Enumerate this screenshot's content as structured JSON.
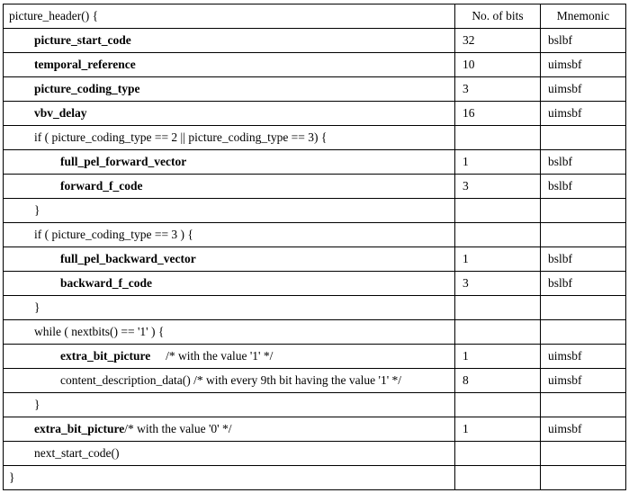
{
  "table": {
    "header": {
      "syntax": "picture_header() {",
      "bits": "No. of bits",
      "mnemonic": "Mnemonic"
    },
    "rows": [
      {
        "indent": 1,
        "bold": "picture_start_code",
        "comment": "",
        "bits": "32",
        "mnemonic": "bslbf"
      },
      {
        "indent": 1,
        "bold": "temporal_reference",
        "comment": "",
        "bits": "10",
        "mnemonic": "uimsbf"
      },
      {
        "indent": 1,
        "bold": "picture_coding_type",
        "comment": "",
        "bits": "3",
        "mnemonic": "uimsbf"
      },
      {
        "indent": 1,
        "bold": "vbv_delay",
        "comment": "",
        "bits": "16",
        "mnemonic": "uimsbf"
      },
      {
        "indent": 1,
        "bold": "",
        "comment": "if ( picture_coding_type == 2 || picture_coding_type == 3) {",
        "bits": "",
        "mnemonic": ""
      },
      {
        "indent": 2,
        "bold": "full_pel_forward_vector",
        "comment": "",
        "bits": "1",
        "mnemonic": "bslbf"
      },
      {
        "indent": 2,
        "bold": "forward_f_code",
        "comment": "",
        "bits": "3",
        "mnemonic": "bslbf"
      },
      {
        "indent": 1,
        "bold": "",
        "comment": "}",
        "bits": "",
        "mnemonic": ""
      },
      {
        "indent": 1,
        "bold": "",
        "comment": "if ( picture_coding_type == 3 ) {",
        "bits": "",
        "mnemonic": ""
      },
      {
        "indent": 2,
        "bold": "full_pel_backward_vector",
        "comment": "",
        "bits": "1",
        "mnemonic": "bslbf"
      },
      {
        "indent": 2,
        "bold": "backward_f_code",
        "comment": "",
        "bits": "3",
        "mnemonic": "bslbf"
      },
      {
        "indent": 1,
        "bold": "",
        "comment": "}",
        "bits": "",
        "mnemonic": ""
      },
      {
        "indent": 1,
        "bold": "",
        "comment": "while ( nextbits() == '1' ) {",
        "bits": "",
        "mnemonic": ""
      },
      {
        "indent": 2,
        "bold": "extra_bit_picture",
        "comment": "     /* with the value '1' */",
        "bits": "1",
        "mnemonic": "uimsbf"
      },
      {
        "indent": 2,
        "bold": "",
        "comment": "content_description_data() /* with every 9th bit having the value '1' */",
        "bits": "8",
        "mnemonic": "uimsbf"
      },
      {
        "indent": 1,
        "bold": "",
        "comment": "}",
        "bits": "",
        "mnemonic": ""
      },
      {
        "indent": 1,
        "bold": "extra_bit_picture",
        "comment": "/* with the value '0' */",
        "bits": "1",
        "mnemonic": "uimsbf"
      },
      {
        "indent": 1,
        "bold": "",
        "comment": "next_start_code()",
        "bits": "",
        "mnemonic": ""
      },
      {
        "indent": 0,
        "bold": "",
        "comment": "}",
        "bits": "",
        "mnemonic": ""
      }
    ]
  }
}
